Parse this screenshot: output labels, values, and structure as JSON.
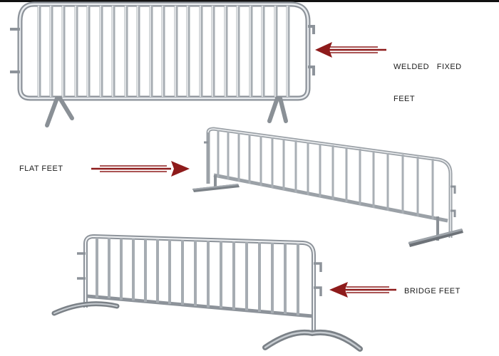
{
  "labels": {
    "welded_line1": "WELDED   FIXED",
    "welded_line2": "FEET",
    "flat": "FLAT FEET",
    "bridge": "BRIDGE FEET"
  },
  "colors": {
    "arrow": "#8e1b1b",
    "metal_light": "#e6e9ec",
    "metal_mid": "#b7bcc1",
    "metal_dark": "#8a9096",
    "foot_plate": "#6d7278",
    "background": "#ffffff"
  },
  "barriers": [
    {
      "id": "welded",
      "feet": "welded fixed feet"
    },
    {
      "id": "flat",
      "feet": "flat feet"
    },
    {
      "id": "bridge",
      "feet": "bridge feet"
    }
  ]
}
